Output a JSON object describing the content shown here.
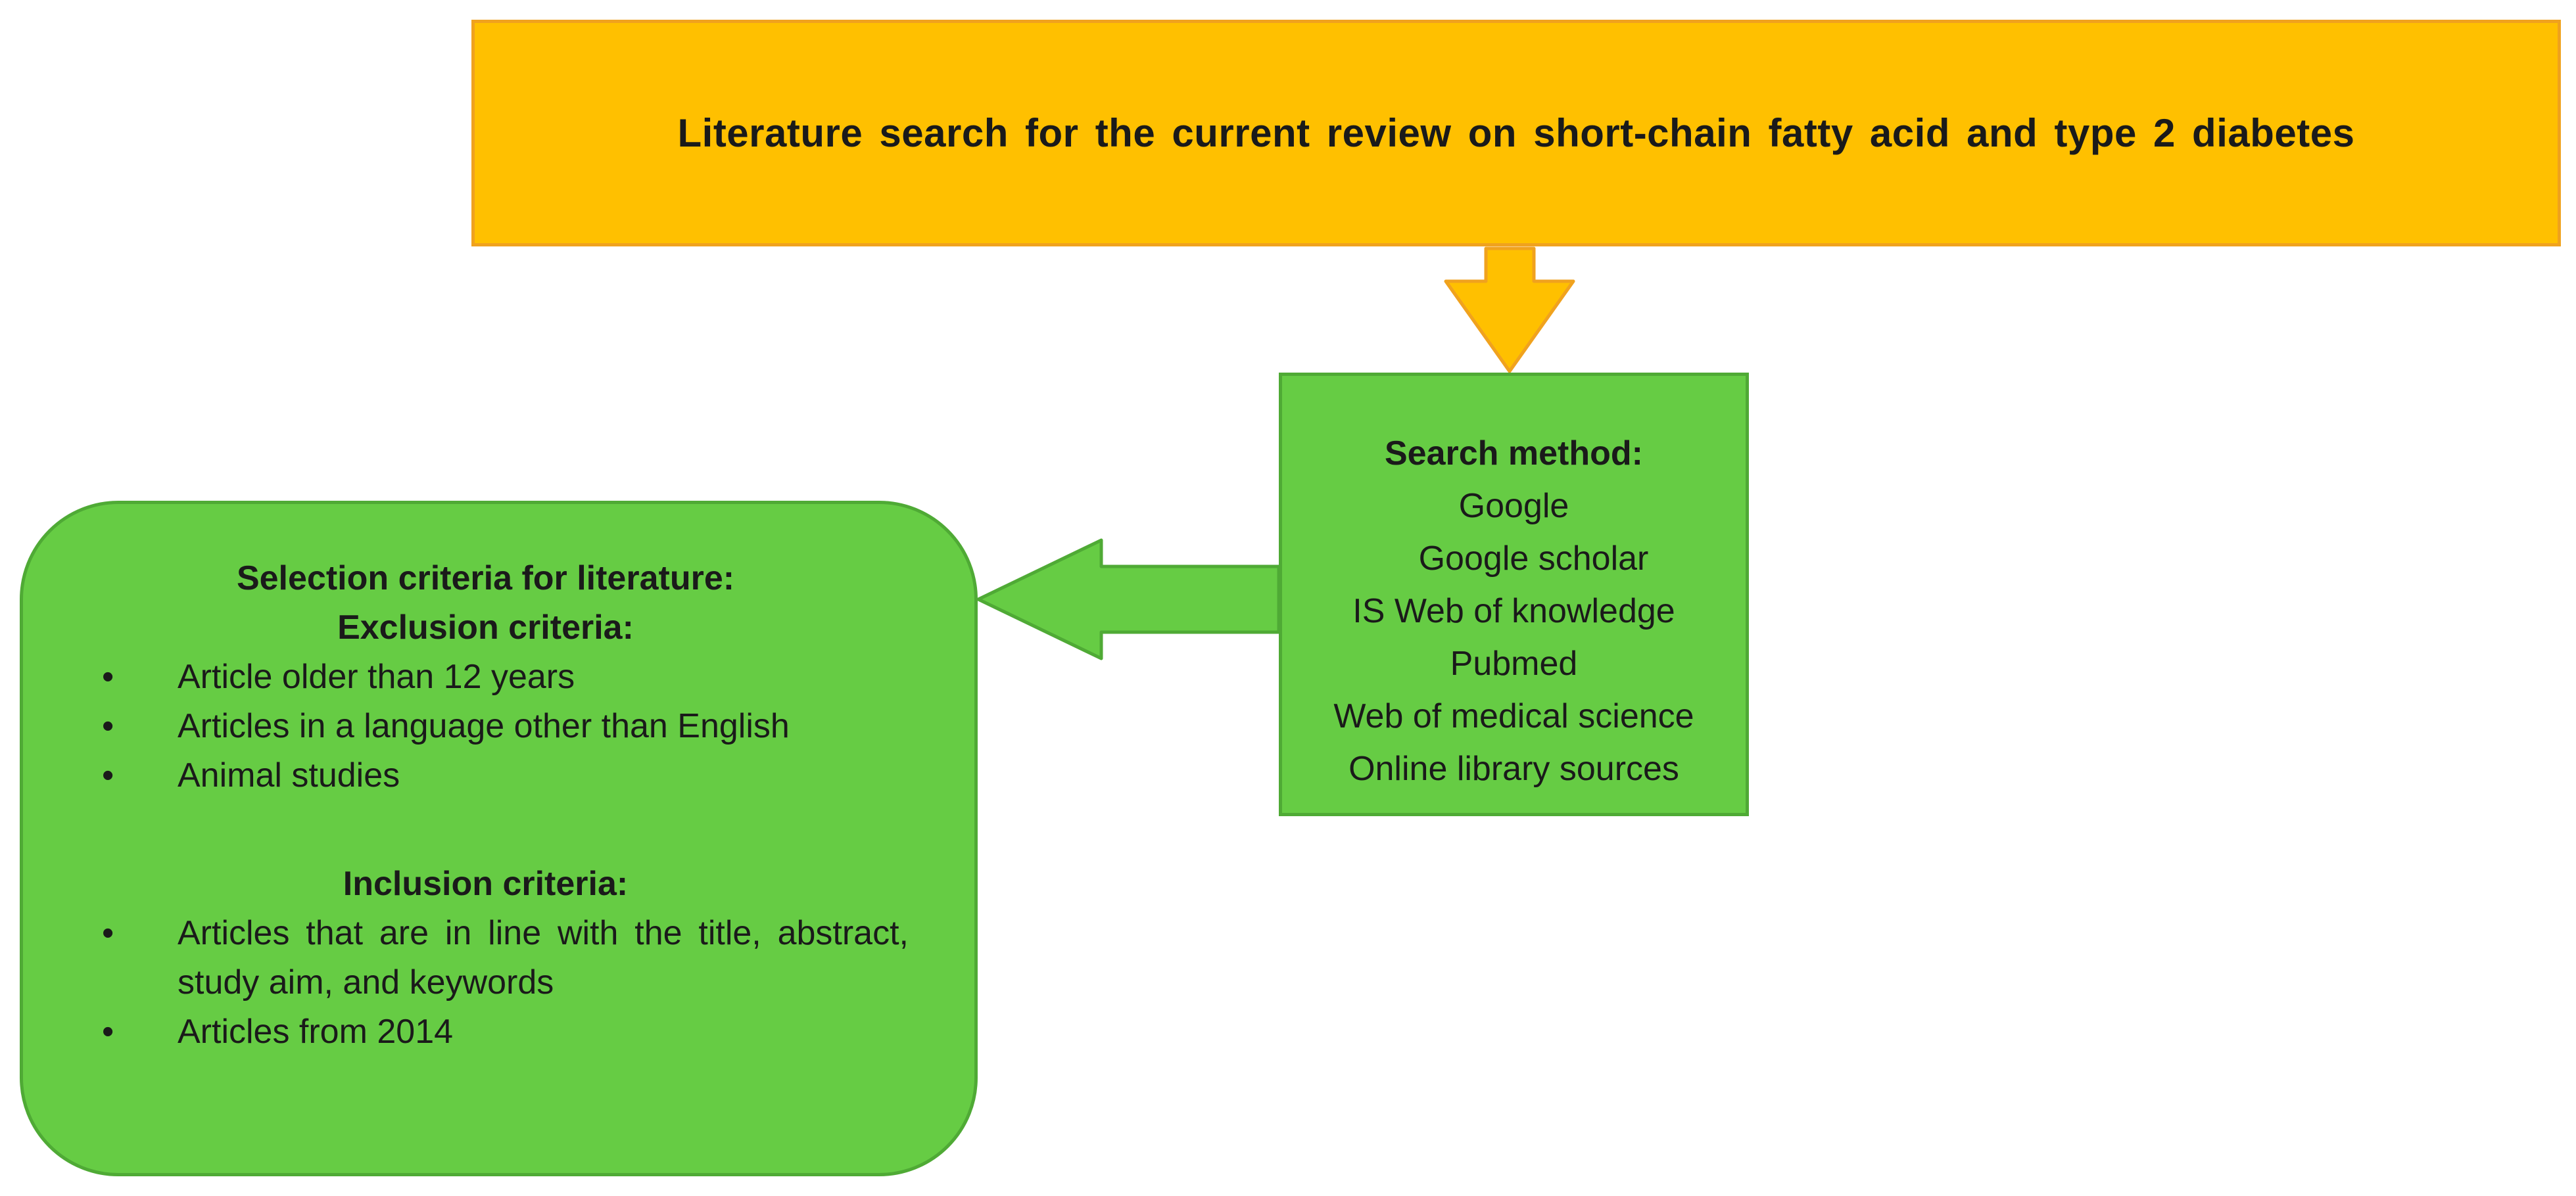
{
  "colors": {
    "top_fill": "#ffc000",
    "top_border": "#f0a21e",
    "green_fill": "#66cc44",
    "green_border": "#4faa35"
  },
  "top": {
    "title": "Literature search for the current review on short-chain  fatty acid and type 2 diabetes"
  },
  "method": {
    "heading": "Search method:",
    "sources": [
      "Google",
      "Google scholar",
      "IS Web of knowledge",
      "Pubmed",
      "Web of medical science",
      "Online library sources"
    ]
  },
  "criteria": {
    "heading": "Selection criteria for literature:",
    "bullet": "•",
    "exclusion": {
      "heading": "Exclusion criteria:",
      "items": [
        "Article older than 12 years",
        "Articles in a language other than English",
        "Animal studies"
      ]
    },
    "inclusion": {
      "heading": "Inclusion criteria:",
      "items": [
        "Articles that are in line with the title, abstract, study aim, and keywords",
        "Articles from 2014"
      ]
    }
  }
}
